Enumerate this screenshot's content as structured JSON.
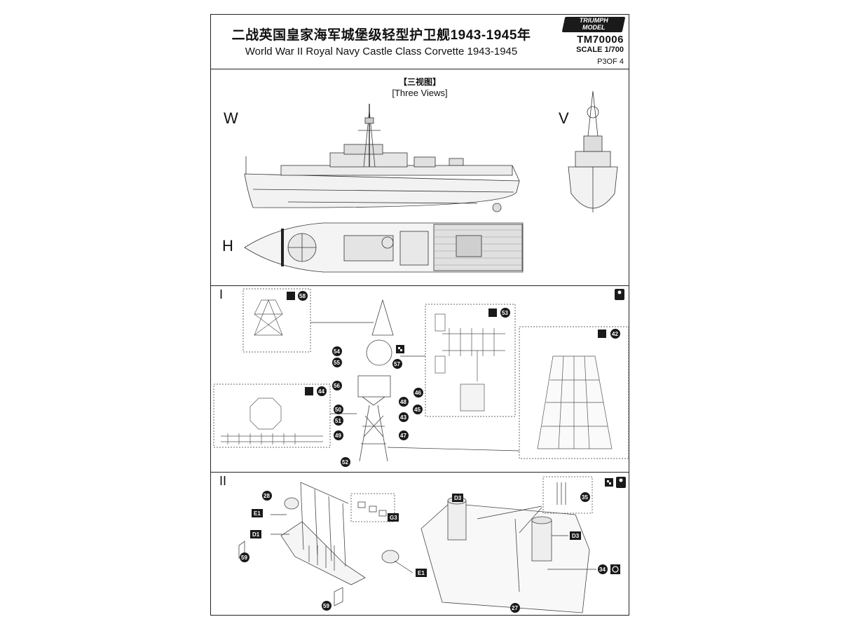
{
  "header": {
    "title_cn": "二战英国皇家海军城堡级轻型护卫舰1943-1945年",
    "title_en": "World War II Royal Navy Castle Class Corvette 1943-1945",
    "brand": "TRIUMPH MODEL",
    "product_code": "TM70006",
    "scale": "SCALE 1/700",
    "page": "P3OF 4"
  },
  "three_views": {
    "title_cn": "【三视图】",
    "title_en": "[Three Views]",
    "labels": {
      "side": "W",
      "front": "V",
      "top": "H"
    }
  },
  "steps": {
    "step1": "I",
    "step2": "II"
  },
  "step1_parts": [
    "58",
    "53",
    "42",
    "44",
    "54",
    "55",
    "57",
    "56",
    "46",
    "50",
    "48",
    "45",
    "43",
    "51",
    "49",
    "47",
    "52"
  ],
  "step2_parts": [
    "28",
    "E1",
    "D1",
    "59",
    "G3",
    "D3",
    "35",
    "D3",
    "34",
    "E1",
    "59",
    "27"
  ],
  "icons": [
    "photo-etch-icon",
    "glue-icon",
    "decal-icon",
    "paint-circle-icon"
  ]
}
